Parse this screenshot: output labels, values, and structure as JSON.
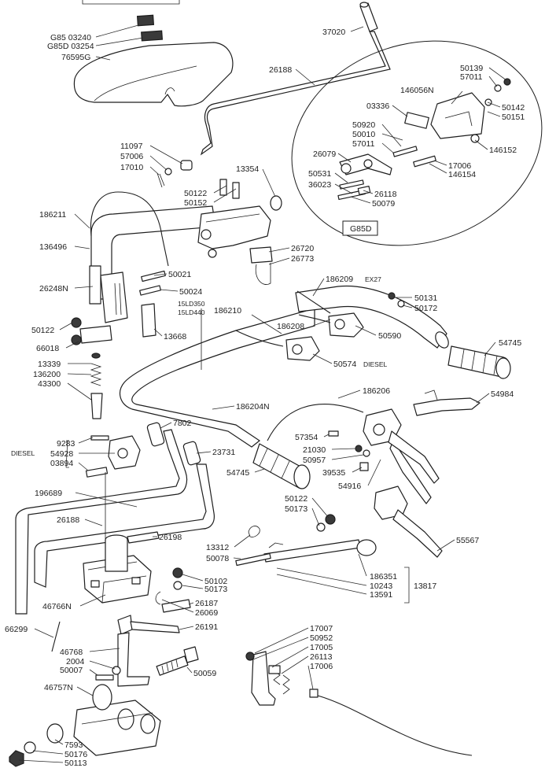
{
  "labels": {
    "p37020": "37020",
    "p26188_top": "26188",
    "g85_03240": "G85 03240",
    "g85d_03254": "G85D 03254",
    "p76595g": "76595G",
    "p50139": "50139",
    "p57011_a": "57011",
    "p146056n": "146056N",
    "p50142": "50142",
    "p50151": "50151",
    "p03336": "03336",
    "p50920": "50920",
    "p50010": "50010",
    "p57011_b": "57011",
    "p146152": "146152",
    "p26079": "26079",
    "p17006_a": "17006",
    "p146154": "146154",
    "p50531": "50531",
    "p36023": "36023",
    "p26118": "26118",
    "p50079": "50079",
    "g85d_box": "G85D",
    "p11097": "11097",
    "p57006": "57006",
    "p17010": "17010",
    "p13354": "13354",
    "p50122_a": "50122",
    "p50152": "50152",
    "p186211": "186211",
    "p136496": "136496",
    "p26720": "26720",
    "p26773": "26773",
    "p50021": "50021",
    "p26248n": "26248N",
    "p50024": "50024",
    "p186209": "186209",
    "ex27": "EX27",
    "p50131": "50131",
    "p50172": "50172",
    "p15ld350": "15LD350",
    "p15ld440": "15LD440",
    "p186210": "186210",
    "p50122_b": "50122",
    "p186208": "186208",
    "p66018": "66018",
    "p13668": "13668",
    "p50590": "50590",
    "p54745_a": "54745",
    "p13339": "13339",
    "p136200": "136200",
    "p43300": "43300",
    "p50574": "50574",
    "diesel_a": "DIESEL",
    "p186206": "186206",
    "p54984": "54984",
    "p186204n": "186204N",
    "p7802": "7802",
    "p9283": "9283",
    "p54928": "54928",
    "diesel_b": "DIESEL",
    "p03894": "03894",
    "p23731": "23731",
    "p57354": "57354",
    "p21030": "21030",
    "p50957": "50957",
    "p54745_b": "54745",
    "p39535": "39535",
    "p54916": "54916",
    "p196689": "196689",
    "p50122_c": "50122",
    "p50173_a": "50173",
    "p26188_b": "26188",
    "p26198": "26198",
    "p55567": "55567",
    "p13312": "13312",
    "p50078": "50078",
    "p186351": "186351",
    "p10243": "10243",
    "p13817": "13817",
    "p13591": "13591",
    "p50102": "50102",
    "p50173_b": "50173",
    "p46766n": "46766N",
    "p26187": "26187",
    "p26069": "26069",
    "p66299": "66299",
    "p26191": "26191",
    "p17007": "17007",
    "p50952": "50952",
    "p17005": "17005",
    "p46768": "46768",
    "p2004": "2004",
    "p50007": "50007",
    "p26113": "26113",
    "p17006_b": "17006",
    "p50059": "50059",
    "p46757n": "46757N",
    "p7593": "7593",
    "p50176": "50176",
    "p50113": "50113"
  }
}
